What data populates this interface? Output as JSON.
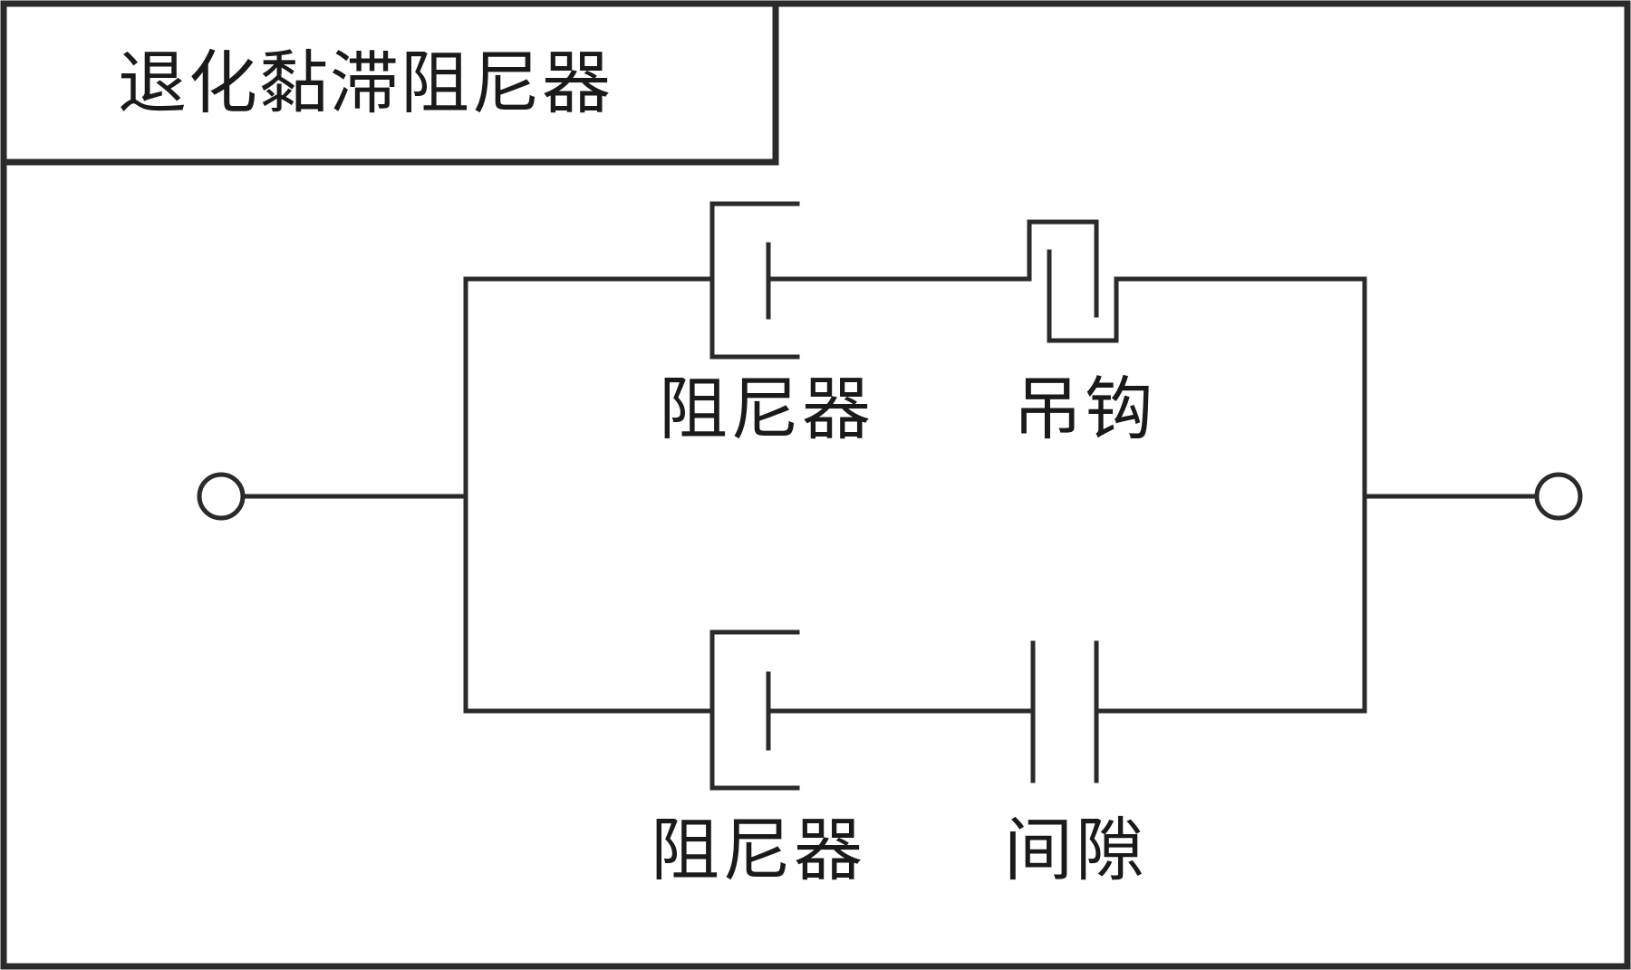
{
  "title": "退化黏滞阻尼器",
  "labels": {
    "damper_top": "阻尼器",
    "hook": "吊钩",
    "damper_bottom": "阻尼器",
    "gap": "间隙"
  }
}
